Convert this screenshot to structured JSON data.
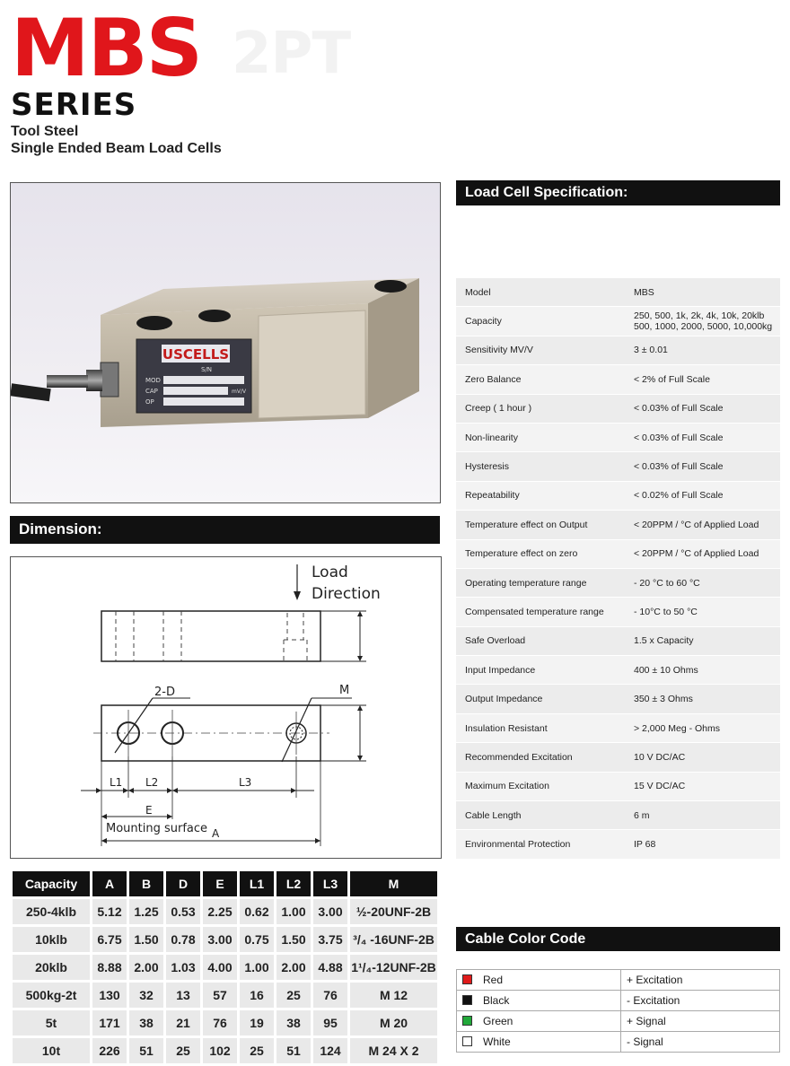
{
  "header": {
    "brand": "MBS",
    "series": "SERIES",
    "subtitle_line1": "Tool Steel",
    "subtitle_line2": "Single Ended Beam Load Cells"
  },
  "product_label": {
    "logo": "USCELLS",
    "sn_label": "S/N",
    "mod_label": "MOD",
    "cap_label": "CAP",
    "op_label": "OP",
    "unit_label": "mV/V"
  },
  "sections": {
    "dimension": "Dimension:",
    "spec": "Load Cell Specification:",
    "cable": "Cable Color Code"
  },
  "drawing": {
    "load_label_1": "Load",
    "load_label_2": "Direction",
    "holes_label": "2-D",
    "thread_label": "M",
    "l1": "L1",
    "l2": "L2",
    "l3": "L3",
    "e": "E",
    "mounting": "Mounting surface",
    "a": "A"
  },
  "specs": [
    {
      "key": "Model",
      "value": "MBS"
    },
    {
      "key": "Capacity",
      "value": "250, 500, 1k, 2k, 4k, 10k, 20klb",
      "value2": "500, 1000, 2000, 5000, 10,000kg"
    },
    {
      "key": "Sensitivity MV/V",
      "value": "3 ± 0.01"
    },
    {
      "key": "Zero Balance",
      "value": "< 2% of Full Scale"
    },
    {
      "key": "Creep ( 1 hour )",
      "value": "< 0.03% of Full Scale"
    },
    {
      "key": "Non-linearity",
      "value": "< 0.03% of Full Scale"
    },
    {
      "key": "Hysteresis",
      "value": "< 0.03% of Full Scale"
    },
    {
      "key": "Repeatability",
      "value": "< 0.02% of Full Scale"
    },
    {
      "key": "Temperature effect on Output",
      "value": "< 20PPM / °C of Applied Load"
    },
    {
      "key": "Temperature effect on zero",
      "value": "< 20PPM / °C of Applied Load"
    },
    {
      "key": "Operating temperature range",
      "value": "- 20 °C to 60 °C"
    },
    {
      "key": "Compensated temperature range",
      "value": "- 10°C to 50 °C"
    },
    {
      "key": "Safe Overload",
      "value": "1.5 x Capacity"
    },
    {
      "key": "Input Impedance",
      "value": "400 ± 10 Ohms"
    },
    {
      "key": "Output Impedance",
      "value": "350 ± 3 Ohms"
    },
    {
      "key": "Insulation Resistant",
      "value": "> 2,000 Meg - Ohms"
    },
    {
      "key": "Recommended Excitation",
      "value": "10 V DC/AC"
    },
    {
      "key": "Maximum Excitation",
      "value": "15 V DC/AC"
    },
    {
      "key": "Cable Length",
      "value": "6 m"
    },
    {
      "key": "Environmental Protection",
      "value": "IP 68"
    }
  ],
  "cable": [
    {
      "color": "Red",
      "hex": "#e01b1b",
      "signal": "+ Excitation"
    },
    {
      "color": "Black",
      "hex": "#111111",
      "signal": "- Excitation"
    },
    {
      "color": "Green",
      "hex": "#21a83a",
      "signal": "+ Signal"
    },
    {
      "color": "White",
      "hex": "#ffffff",
      "signal": "- Signal"
    }
  ],
  "dims": {
    "headers": [
      "Capacity",
      "A",
      "B",
      "D",
      "E",
      "L1",
      "L2",
      "L3",
      "M"
    ],
    "rows": [
      [
        "250-4klb",
        "5.12",
        "1.25",
        "0.53",
        "2.25",
        "0.62",
        "1.00",
        "3.00",
        "½-20UNF-2B"
      ],
      [
        "10klb",
        "6.75",
        "1.50",
        "0.78",
        "3.00",
        "0.75",
        "1.50",
        "3.75",
        "³/₄ -16UNF-2B"
      ],
      [
        "20klb",
        "8.88",
        "2.00",
        "1.03",
        "4.00",
        "1.00",
        "2.00",
        "4.88",
        "1¹/₄-12UNF-2B"
      ],
      [
        "500kg-2t",
        "130",
        "32",
        "13",
        "57",
        "16",
        "25",
        "76",
        "M 12"
      ],
      [
        "5t",
        "171",
        "38",
        "21",
        "76",
        "19",
        "38",
        "95",
        "M 20"
      ],
      [
        "10t",
        "226",
        "51",
        "25",
        "102",
        "25",
        "51",
        "124",
        "M 24 X 2"
      ]
    ]
  }
}
